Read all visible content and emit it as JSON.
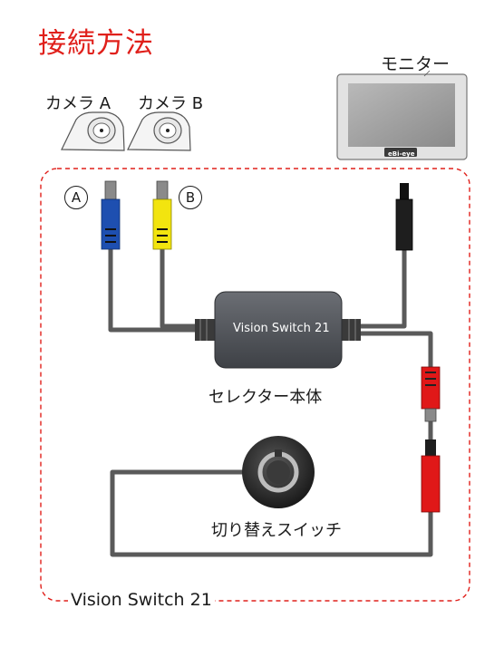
{
  "title": "接続方法",
  "cameras": {
    "a_label": "カメラ A",
    "b_label": "カメラ B"
  },
  "monitor": {
    "label": "モニター",
    "brand": "eBi-eye"
  },
  "connectors": {
    "a_mark": "A",
    "b_mark": "B"
  },
  "selector": {
    "box_text": "Vision Switch 21",
    "label": "セレクター本体"
  },
  "switch": {
    "label": "切り替えスイッチ"
  },
  "product_name": "Vision Switch 21",
  "colors": {
    "title_red": "#e0201b",
    "boundary": "#e0201b",
    "cable_a": "#1e4fb0",
    "cable_b": "#f2e40f",
    "cable_monitor": "#222222",
    "cable_switch": "#e01818",
    "cable_gray": "#555555"
  }
}
